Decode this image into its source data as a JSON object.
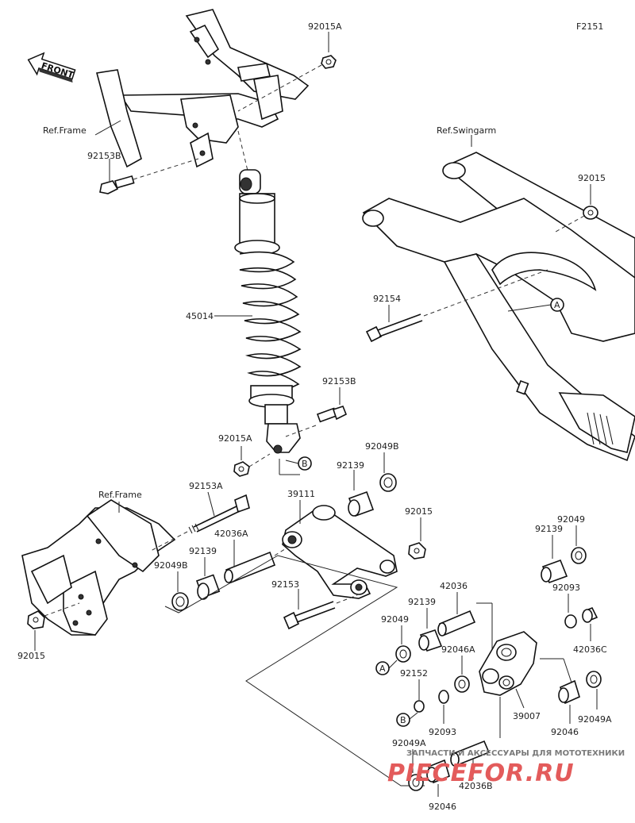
{
  "figure_code": "F2151",
  "front_label": "FRONT",
  "ref_frame_upper": "Ref.Frame",
  "ref_frame_lower": "Ref.Frame",
  "ref_swingarm": "Ref.Swingarm",
  "callouts": {
    "a": "A",
    "b": "B"
  },
  "parts": {
    "p92015A_top": "92015A",
    "p92153B_top": "92153B",
    "p92015_right": "92015",
    "p45014": "45014",
    "p92154": "92154",
    "p92153B_mid": "92153B",
    "p92015A_mid": "92015A",
    "p92049B_mid": "92049B",
    "p92139_mid": "92139",
    "p39111": "39111",
    "p92153A": "92153A",
    "p92015_mid": "92015",
    "p42036A": "42036A",
    "p92139_left": "92139",
    "p92049B_left": "92049B",
    "p92049_r1": "92049",
    "p92139_r1": "92139",
    "p92153": "92153",
    "p42036": "42036",
    "p92139_r2": "92139",
    "p92093_r1": "92093",
    "p92049_r2": "92049",
    "p92046A": "92046A",
    "p42036C": "42036C",
    "p92015_bottomleft": "92015",
    "p92152": "92152",
    "p39007": "39007",
    "p92093_r2": "92093",
    "p92046_r1": "92046",
    "p92049A_r1": "92049A",
    "p92049A_r2": "92049A",
    "p42036B": "42036B",
    "p92046_bottom": "92046"
  },
  "watermark": {
    "line1": "ЗАПЧАСТИ И АКСЕССУАРЫ ДЛЯ МОТОТЕХНИКИ",
    "line2": "PIECEFOR.RU"
  }
}
